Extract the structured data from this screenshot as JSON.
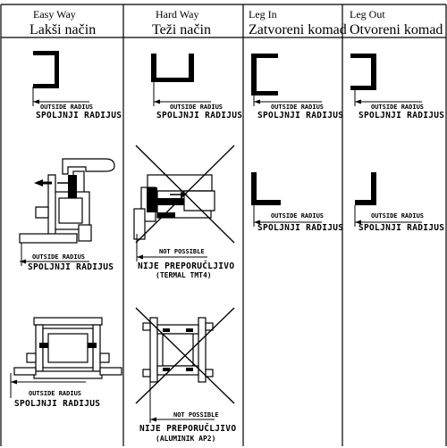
{
  "columns": [
    {
      "title": "Easy Way",
      "subtitle": "Lakši način"
    },
    {
      "title": "Hard Way",
      "subtitle": "Teži način"
    },
    {
      "title": "Leg In",
      "subtitle": "Zatvoreni komad"
    },
    {
      "title": "Leg Out",
      "subtitle": "Otvoreni komad"
    }
  ],
  "labels": {
    "outside_radius": "OUTSIDE RADIUS",
    "spoljnji_radijus": "SPOLJNJI RADIJUS",
    "not_possible": "NOT POSSIBLE",
    "nije_preporucljivo": "NIJE PREPORUČLJIVO",
    "termal": "(TERMAL TMT4)",
    "aluminik": "(ALUMINIK AP2)"
  }
}
